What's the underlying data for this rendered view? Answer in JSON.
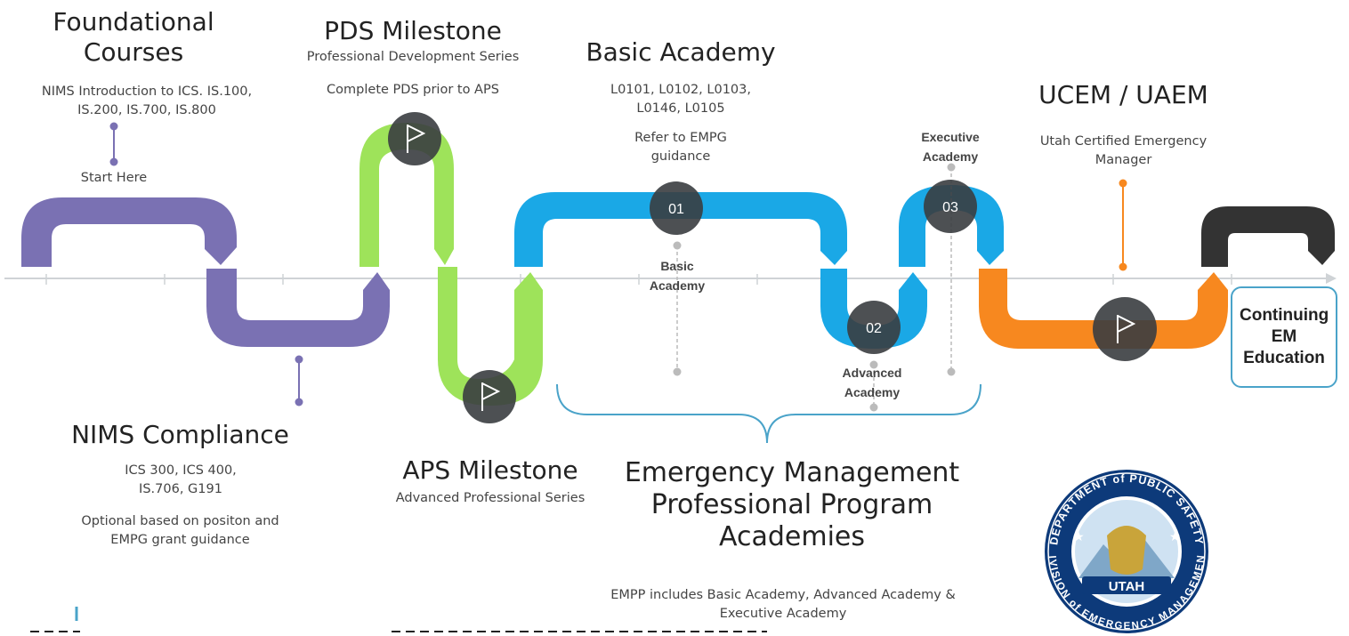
{
  "colors": {
    "foundational": "#7a71b3",
    "pds": "#9ee35a",
    "empp": "#1aa8e6",
    "ucem": "#f7881f",
    "continuing": "#333333",
    "node": "#3a3d40",
    "axis": "#cfd3d6"
  },
  "stages": {
    "foundational": {
      "title": "Foundational Courses",
      "desc": "NIMS Introduction to ICS. IS.100, IS.200, IS.700, IS.800",
      "marker": "Start Here"
    },
    "pds": {
      "title": "PDS Milestone",
      "subtitle": "Professional Development Series",
      "desc": "Complete PDS prior to APS"
    },
    "basic": {
      "title": "Basic Academy",
      "desc": "L0101, L0102, L0103, L0146, L0105",
      "note": "Refer to EMPG guidance"
    },
    "ucem": {
      "title": "UCEM / UAEM",
      "desc": "Utah Certified Emergency Manager"
    },
    "nims": {
      "title": "NIMS Compliance",
      "desc": "ICS 300, ICS 400, IS.706, G191",
      "note": "Optional based on positon and EMPG grant guidance"
    },
    "aps": {
      "title": "APS Milestone",
      "subtitle": "Advanced Professional Series"
    },
    "empp": {
      "title": "Emergency Management Professional Program Academies",
      "note": "EMPP includes Basic Academy, Advanced Academy & Executive Academy"
    },
    "continuing": {
      "label": "Continuing EM Education"
    }
  },
  "nodes": [
    {
      "number": "01",
      "label": "Basic Academy"
    },
    {
      "number": "02",
      "label": "Advanced Academy"
    },
    {
      "number": "03",
      "label": "Executive Academy"
    }
  ],
  "icons": [
    "flag-icon",
    "flag-icon",
    "flag-icon"
  ],
  "seal": {
    "top_text": "DEPARTMENT of PUBLIC SAFETY",
    "bottom_text": "DIVISION of EMERGENCY MANAGEMENT",
    "center_text": "UTAH"
  }
}
